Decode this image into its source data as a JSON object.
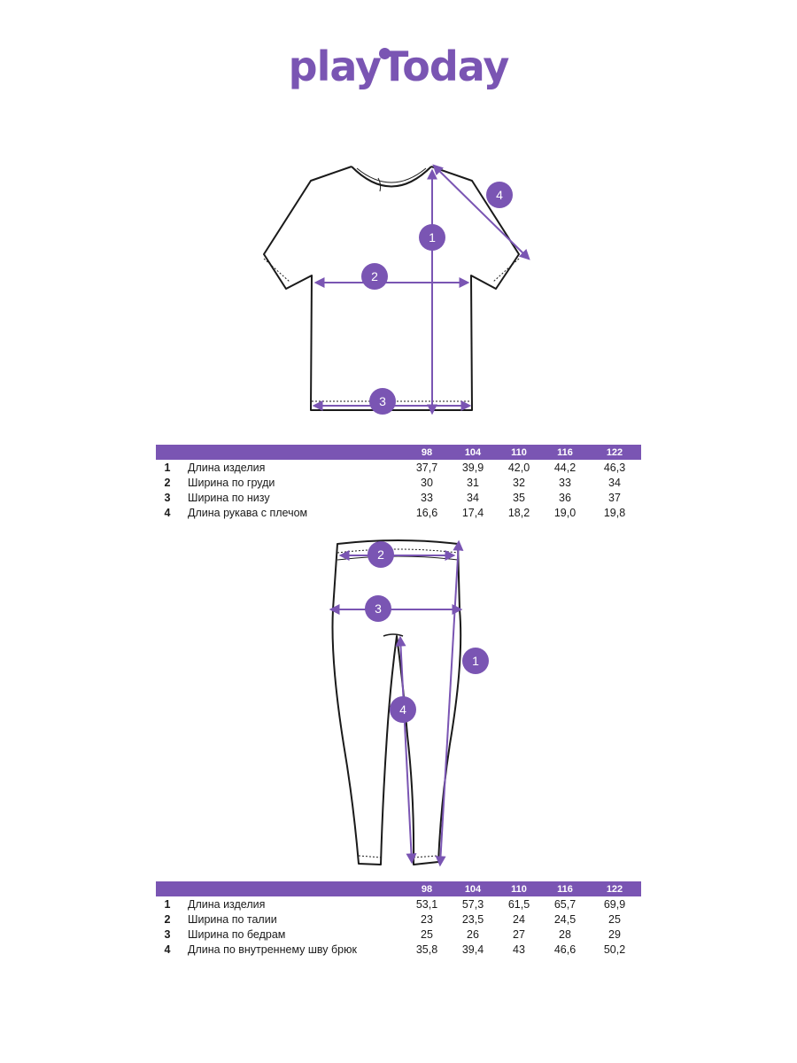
{
  "brand": {
    "logo_text": "playToday",
    "color": "#7a55b3"
  },
  "sizes": [
    "98",
    "104",
    "110",
    "116",
    "122"
  ],
  "tshirt_table": {
    "rows": [
      {
        "num": "1",
        "name": "Длина изделия",
        "values": [
          "37,7",
          "39,9",
          "42,0",
          "44,2",
          "46,3"
        ]
      },
      {
        "num": "2",
        "name": "Ширина по груди",
        "values": [
          "30",
          "31",
          "32",
          "33",
          "34"
        ]
      },
      {
        "num": "3",
        "name": "Ширина по низу",
        "values": [
          "33",
          "34",
          "35",
          "36",
          "37"
        ]
      },
      {
        "num": "4",
        "name": "Длина рукава с плечом",
        "values": [
          "16,6",
          "17,4",
          "18,2",
          "19,0",
          "19,8"
        ]
      }
    ]
  },
  "pants_table": {
    "rows": [
      {
        "num": "1",
        "name": "Длина изделия",
        "values": [
          "53,1",
          "57,3",
          "61,5",
          "65,7",
          "69,9"
        ]
      },
      {
        "num": "2",
        "name": "Ширина по талии",
        "values": [
          "23",
          "23,5",
          "24",
          "24,5",
          "25"
        ]
      },
      {
        "num": "3",
        "name": "Ширина по бедрам",
        "values": [
          "25",
          "26",
          "27",
          "28",
          "29"
        ]
      },
      {
        "num": "4",
        "name": "Длина по внутреннему шву брюк",
        "values": [
          "35,8",
          "39,4",
          "43",
          "46,6",
          "50,2"
        ]
      }
    ]
  },
  "tshirt_markers": [
    "1",
    "2",
    "3",
    "4"
  ],
  "pants_markers": [
    "1",
    "2",
    "3",
    "4"
  ]
}
